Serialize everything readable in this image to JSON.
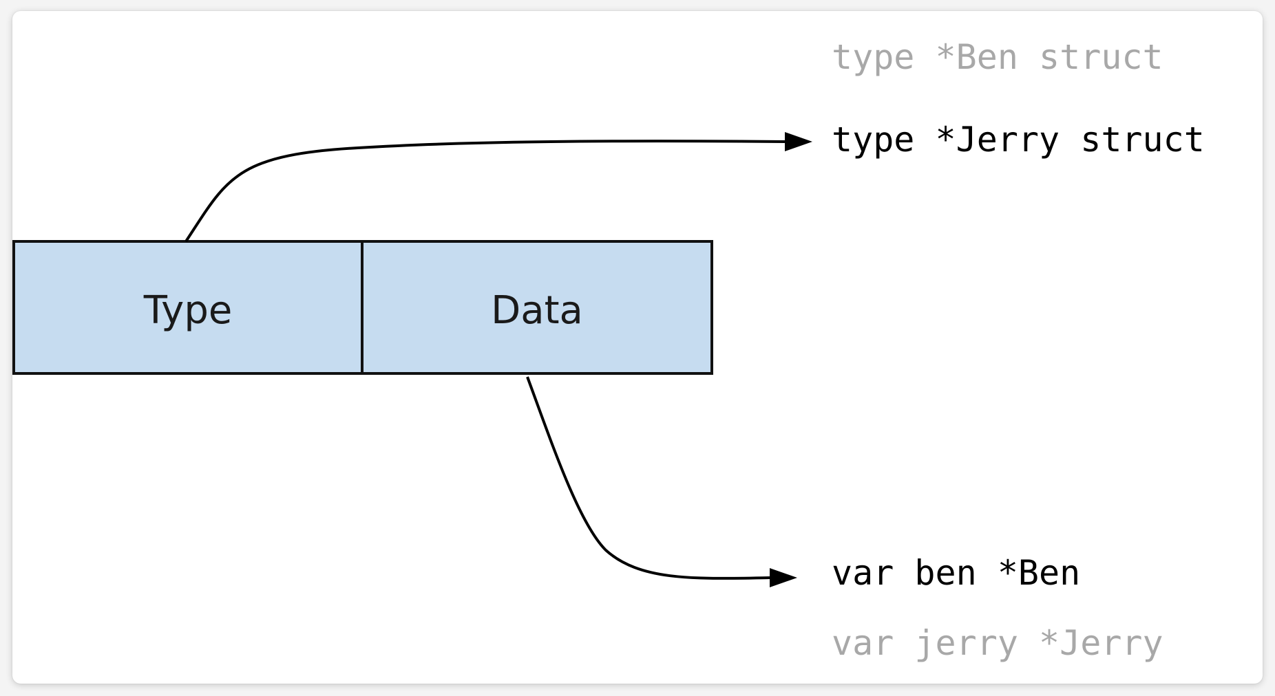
{
  "diagram": {
    "cells": [
      {
        "label": "Type",
        "fill": "#c6dcf0"
      },
      {
        "label": "Data",
        "fill": "#c6dcf0"
      }
    ],
    "code_lines": [
      {
        "text": "type *Ben struct",
        "style": "muted"
      },
      {
        "text": "type *Jerry struct",
        "style": "active"
      },
      {
        "text": "var ben *Ben",
        "style": "active"
      },
      {
        "text": "var jerry *Jerry",
        "style": "muted"
      }
    ],
    "colors": {
      "cell_fill": "#c6dcf0",
      "stroke": "#000000",
      "active_text": "#000000",
      "muted_text": "#a8a8a8"
    }
  }
}
